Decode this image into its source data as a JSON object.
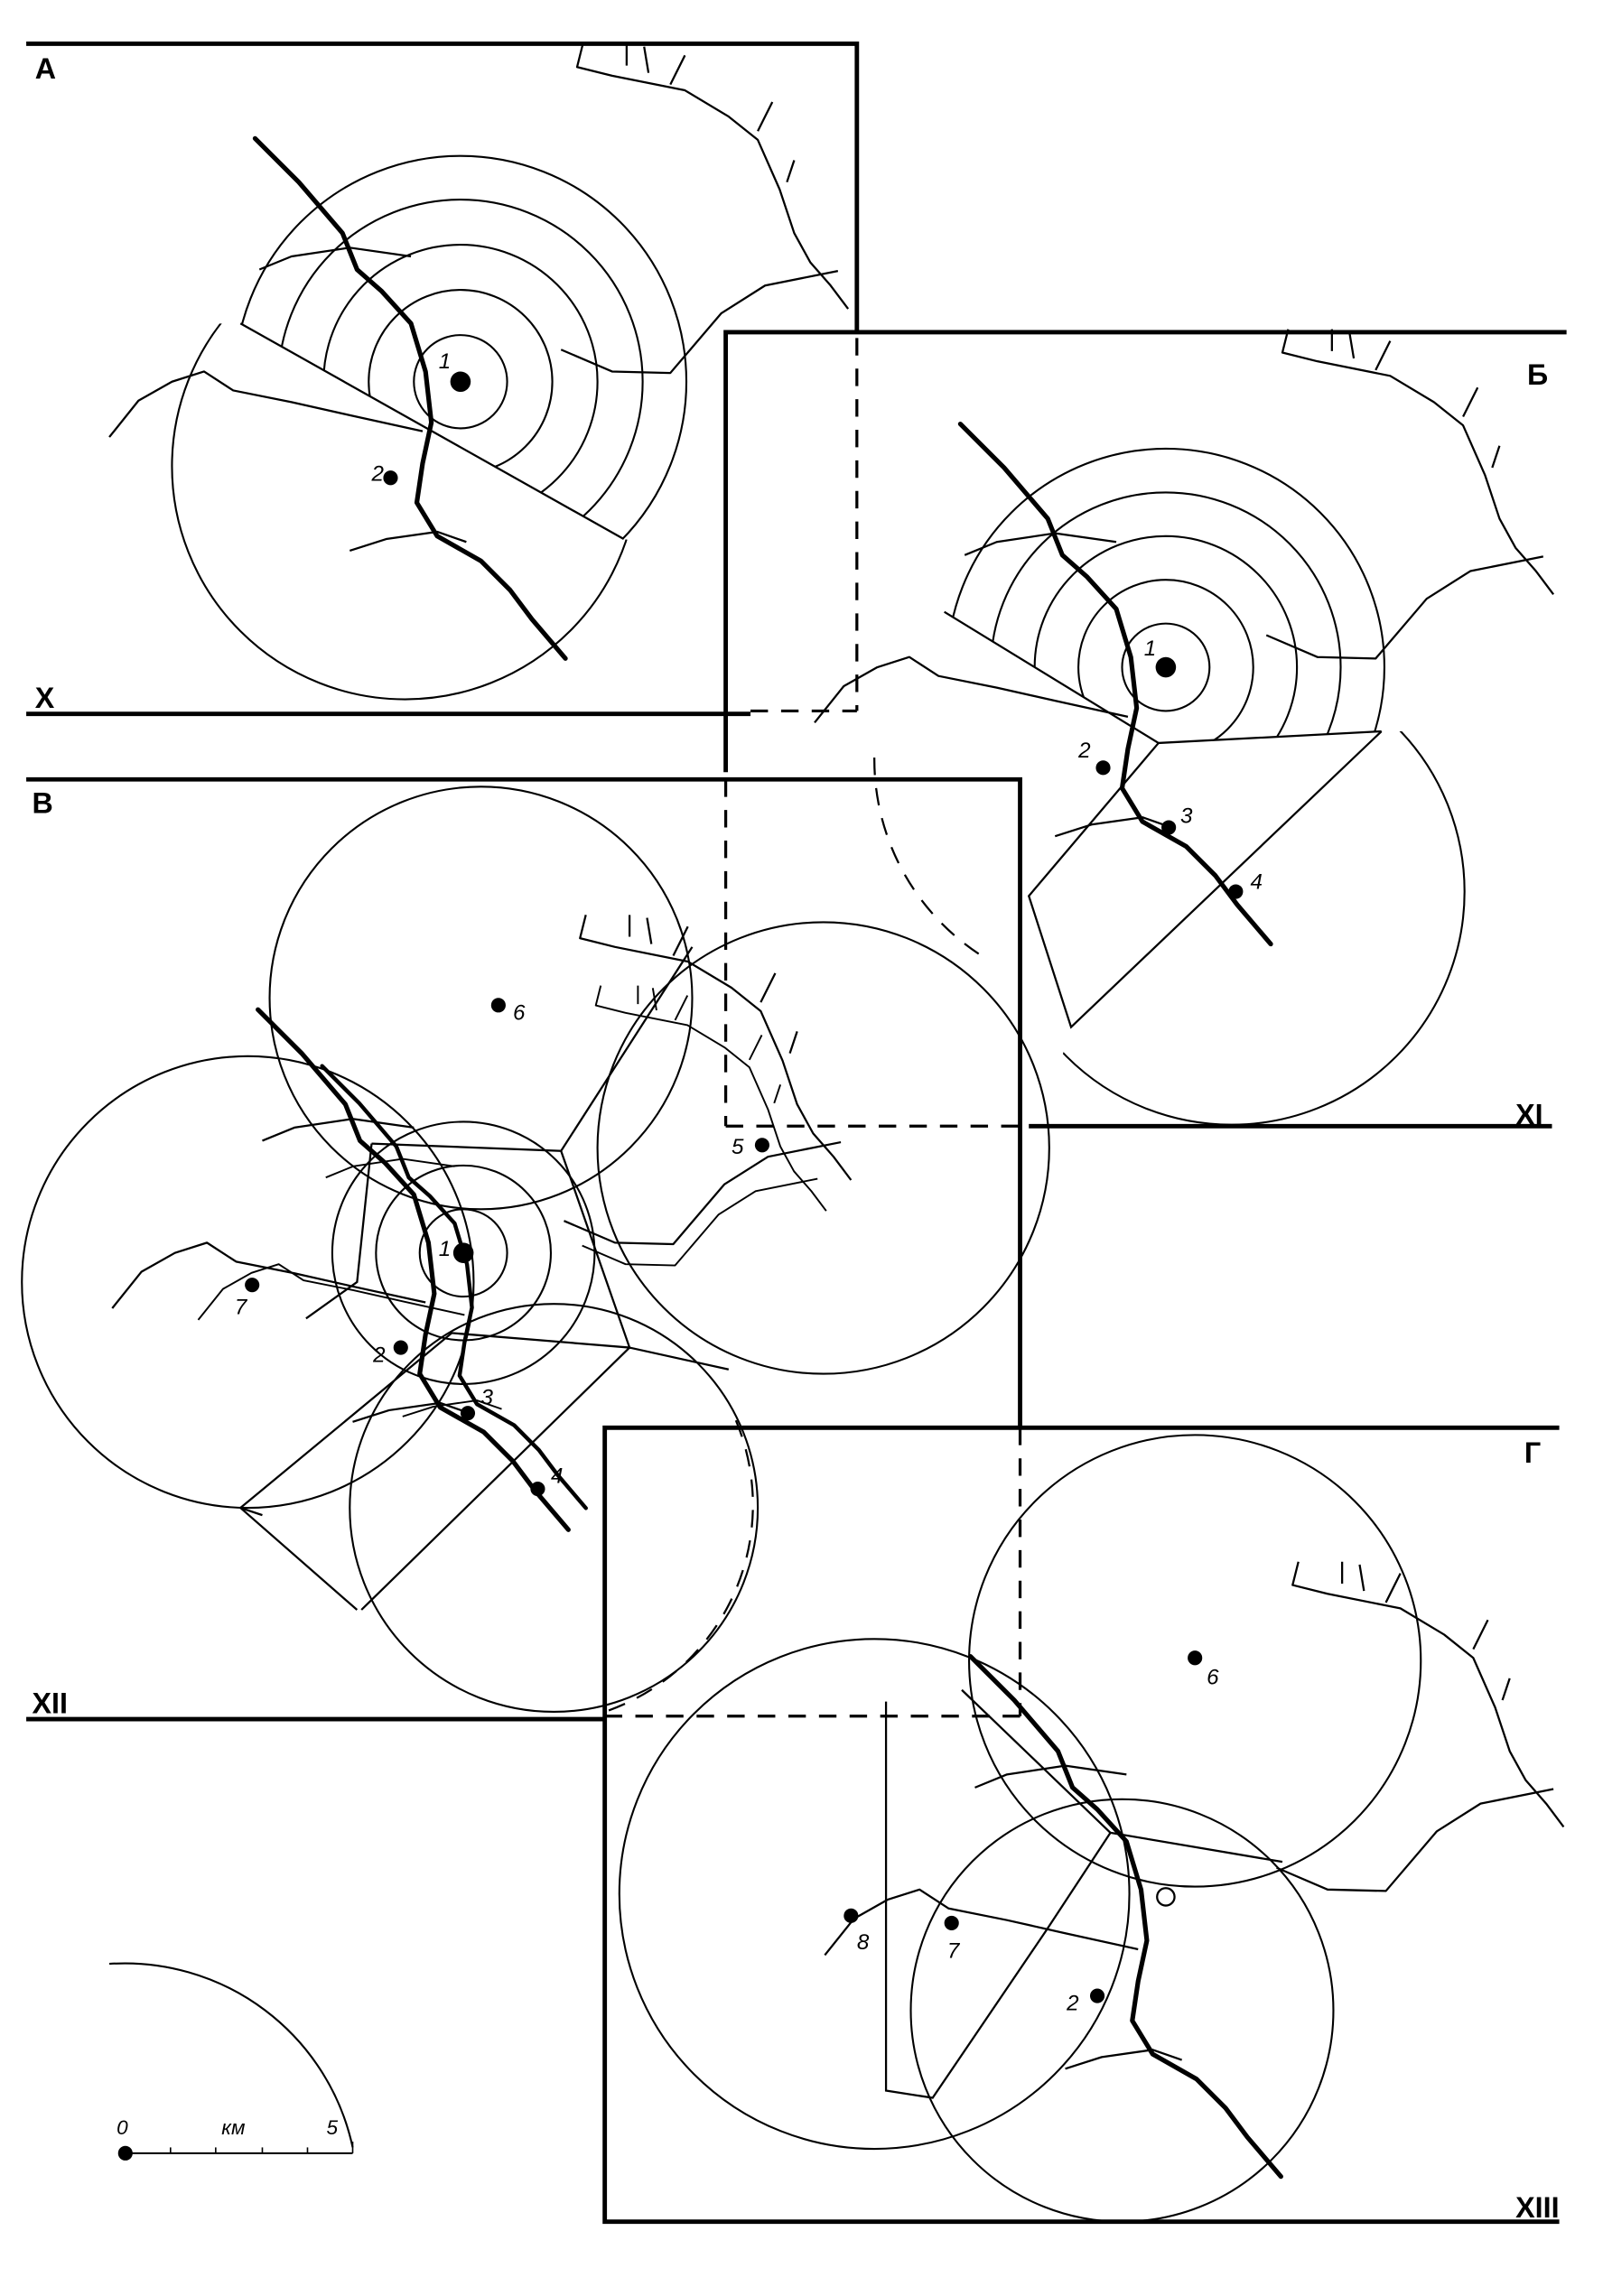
{
  "panels": [
    {
      "id": "A",
      "label": "А",
      "line_label": "X",
      "points": [
        "1",
        "2"
      ]
    },
    {
      "id": "B",
      "label": "Б",
      "line_label": "XI",
      "points": [
        "1",
        "2",
        "3",
        "4"
      ]
    },
    {
      "id": "V",
      "label": "В",
      "line_label": "XII",
      "points": [
        "1",
        "2",
        "3",
        "4",
        "5",
        "6",
        "7"
      ]
    },
    {
      "id": "G",
      "label": "Г",
      "line_label": "XIII",
      "points": [
        "2",
        "6",
        "7",
        "8"
      ]
    }
  ],
  "scale": {
    "zero": "0",
    "unit": "км",
    "max": "5"
  }
}
